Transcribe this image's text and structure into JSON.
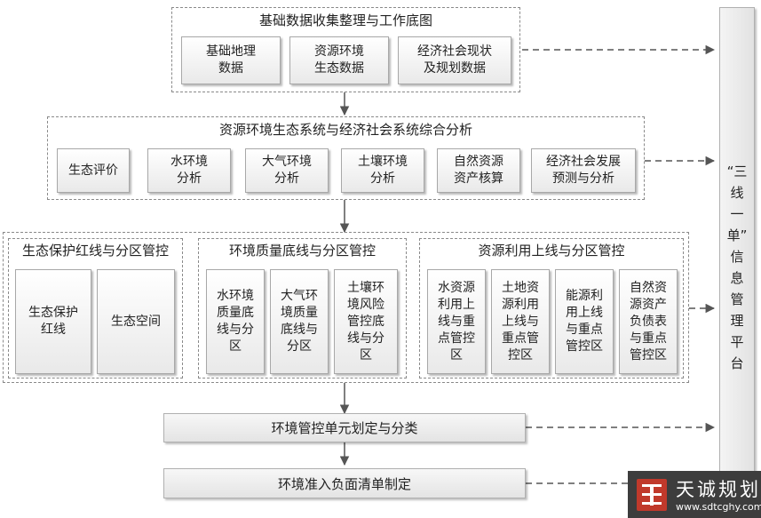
{
  "top_group": {
    "title": "基础数据收集整理与工作底图",
    "boxes": [
      [
        "基础地理",
        "数据"
      ],
      [
        "资源环境",
        "生态数据"
      ],
      [
        "经济社会现状",
        "及规划数据"
      ]
    ]
  },
  "analysis_group": {
    "title": "资源环境生态系统与经济社会系统综合分析",
    "boxes": [
      [
        "生态评价"
      ],
      [
        "水环境",
        "分析"
      ],
      [
        "大气环境",
        "分析"
      ],
      [
        "土壤环境",
        "分析"
      ],
      [
        "自然资源",
        "资产核算"
      ],
      [
        "经济社会发展",
        "预测与分析"
      ]
    ]
  },
  "red_line_group": {
    "title": "生态保护红线与分区管控",
    "boxes": [
      [
        "生态保护",
        "红线"
      ],
      [
        "生态空间"
      ]
    ]
  },
  "quality_group": {
    "title": "环境质量底线与分区管控",
    "boxes": [
      [
        "水环境",
        "质量底",
        "线与分",
        "区"
      ],
      [
        "大气环",
        "境质量",
        "底线与",
        "分区"
      ],
      [
        "土壤环",
        "境风险",
        "管控底",
        "线与分",
        "区"
      ]
    ]
  },
  "resource_group": {
    "title": "资源利用上线与分区管控",
    "boxes": [
      [
        "水资源",
        "利用上",
        "线与重",
        "点管控",
        "区"
      ],
      [
        "土地资",
        "源利用",
        "上线与",
        "重点管",
        "控区"
      ],
      [
        "能源利",
        "用上线",
        "与重点",
        "管控区"
      ],
      [
        "自然资",
        "源资产",
        "负债表",
        "与重点",
        "管控区"
      ]
    ]
  },
  "unit_box": {
    "label": "环境管控单元划定与分类"
  },
  "list_box": {
    "label": "环境准入负面清单制定"
  },
  "platform": {
    "chars": [
      "“三",
      "线",
      "一",
      "单”",
      "信",
      "息",
      "管",
      "理",
      "平",
      "台"
    ]
  },
  "watermark": {
    "name": "天诚规划",
    "url": "www.sdtcghy.com"
  }
}
